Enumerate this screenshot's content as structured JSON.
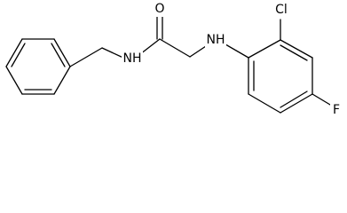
{
  "molecule": {
    "atoms": {
      "carbonyl_oxygen": "O",
      "amide_nitrogen": "NH",
      "amine_nitrogen": "NH",
      "chlorine": "Cl",
      "fluorine": "F"
    }
  }
}
